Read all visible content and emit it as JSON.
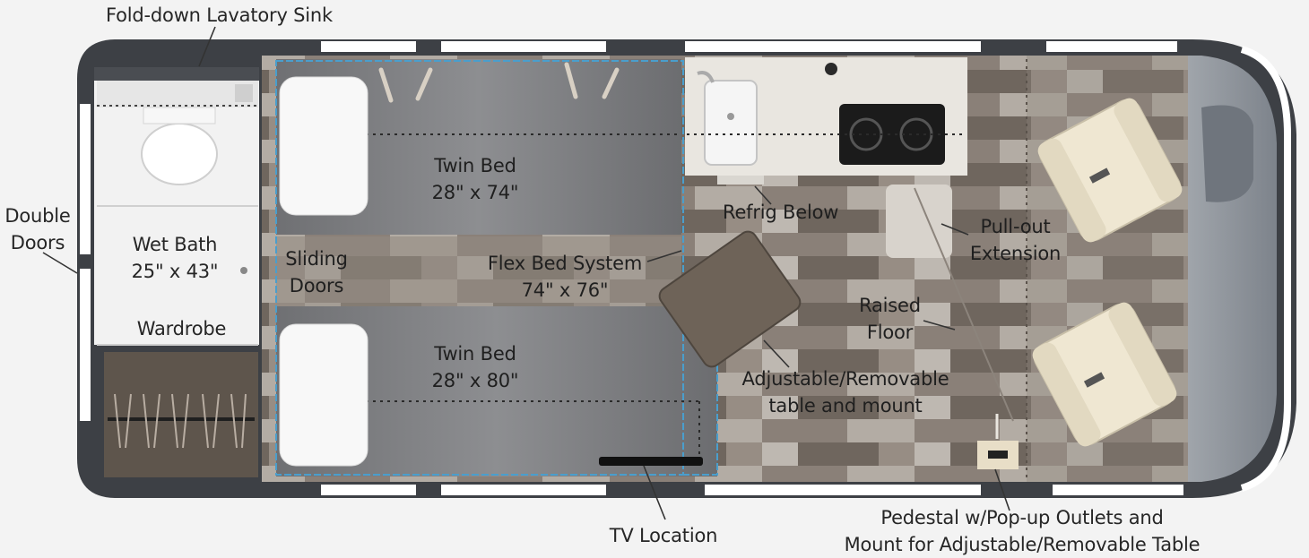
{
  "diagram": {
    "colors": {
      "shell": "#3d4045",
      "floor_light": "#a59d94",
      "floor_dark": "#6e655d",
      "bed": "#7e7f82",
      "bath": "#f2f2f2",
      "counter": "#e9e6e0",
      "cockpit": "#8e949c",
      "bed_outline": "#4a9ecc",
      "seat": "#efe7d2",
      "leader": "#333333"
    },
    "labels": {
      "lavatory_sink": "Fold-down Lavatory Sink",
      "double_doors_1": "Double",
      "double_doors_2": "Doors",
      "wet_bath_1": "Wet Bath",
      "wet_bath_2": "25\" x 43\"",
      "wardrobe": "Wardrobe",
      "sliding_doors_1": "Sliding",
      "sliding_doors_2": "Doors",
      "twin_bed_top_1": "Twin Bed",
      "twin_bed_top_2": "28\" x 74\"",
      "flex_bed_1": "Flex Bed System",
      "flex_bed_2": "74\" x 76\"",
      "twin_bed_bottom_1": "Twin Bed",
      "twin_bed_bottom_2": "28\" x 80\"",
      "refrig": "Refrig Below",
      "pullout_1": "Pull-out",
      "pullout_2": "Extension",
      "raised_floor_1": "Raised",
      "raised_floor_2": "Floor",
      "table_1": "Adjustable/Removable",
      "table_2": "table and mount",
      "tv": "TV Location",
      "pedestal_1": "Pedestal w/Pop-up Outlets and",
      "pedestal_2": "Mount for Adjustable/Removable Table"
    }
  }
}
